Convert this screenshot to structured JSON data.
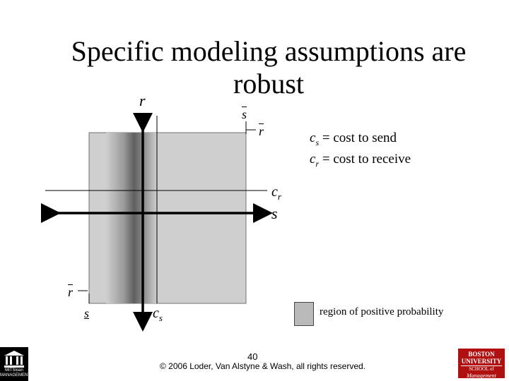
{
  "title": "Specific modeling assumptions are\nrobust",
  "axes": {
    "vertical_label": "r",
    "horizontal_label": "s"
  },
  "marks": {
    "s_bar_top": "s",
    "r_bar_top": "r",
    "c_r_main": "c",
    "c_r_sub": "r",
    "r_bar_bottom": "r",
    "s_bar_bottom": "s",
    "c_s_main": "c",
    "c_s_sub": "s"
  },
  "definitions": [
    {
      "symbol": "c",
      "sub": "s",
      "eq": "=",
      "text": "cost to send"
    },
    {
      "symbol": "c",
      "sub": "r",
      "eq": "=",
      "text": "cost to receive"
    }
  ],
  "legend": {
    "label": "region of positive probability"
  },
  "footer": {
    "page_number": "40",
    "copyright": "© 2006 Loder, Van Alstyne & Wash, all rights reserved."
  },
  "logos": {
    "left_logo_text": "MITSloan",
    "left_logo_sub": "MANAGEMENT",
    "right_logo_line1": "BOSTON",
    "right_logo_line2": "UNIVERSITY",
    "right_logo_line3": "SCHOOL of",
    "right_logo_line4": "Management"
  },
  "colors": {
    "region_light": "#cfcfcf",
    "region_dark": "#6e6e6e",
    "bu_red": "#b01010"
  }
}
